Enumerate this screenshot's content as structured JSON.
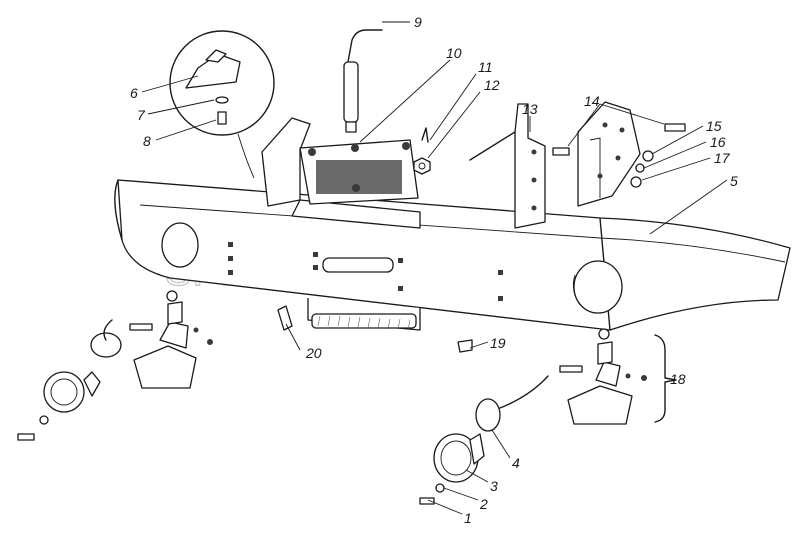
{
  "watermark": "SPECSERVER.COM",
  "callouts": [
    {
      "id": "1",
      "label": "1"
    },
    {
      "id": "2",
      "label": "2"
    },
    {
      "id": "3",
      "label": "3"
    },
    {
      "id": "4",
      "label": "4"
    },
    {
      "id": "5",
      "label": "5"
    },
    {
      "id": "6",
      "label": "6"
    },
    {
      "id": "7",
      "label": "7"
    },
    {
      "id": "8",
      "label": "8"
    },
    {
      "id": "9",
      "label": "9"
    },
    {
      "id": "10",
      "label": "10"
    },
    {
      "id": "11",
      "label": "11"
    },
    {
      "id": "12",
      "label": "12"
    },
    {
      "id": "13",
      "label": "13"
    },
    {
      "id": "14",
      "label": "14"
    },
    {
      "id": "15",
      "label": "15"
    },
    {
      "id": "16",
      "label": "16"
    },
    {
      "id": "17",
      "label": "17"
    },
    {
      "id": "18",
      "label": "18"
    },
    {
      "id": "19",
      "label": "19"
    },
    {
      "id": "20",
      "label": "20"
    }
  ]
}
